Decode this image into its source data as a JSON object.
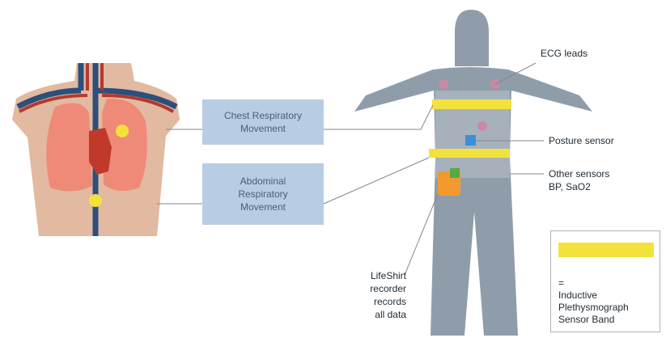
{
  "boxes": {
    "chest": "Chest Respiratory\nMovement",
    "abdominal": "Abdominal\nRespiratory\nMovement"
  },
  "labels": {
    "ecg": "ECG leads",
    "posture": "Posture sensor",
    "other_sensors": "Other sensors\nBP, SaO2",
    "recorder": "LifeShirt\nrecorder\nrecords\nall data"
  },
  "legend": {
    "equals": "=",
    "text": "Inductive\nPlethysmograph\nSensor Band"
  },
  "colors": {
    "box_fill": "#b7cde4",
    "suit": "#8f9dab",
    "sensor_band": "#f4e23c",
    "lung": "#ef8a78",
    "skin": "#e2b9a1",
    "vein": "#2c4f7c",
    "artery": "#b33a2d",
    "heart": "#c0392b",
    "ecg_lead": "#c98aa6",
    "posture_sensor": "#3a8fd6",
    "other_sensor": "#f29a2e",
    "other_sensor_accent": "#5aa845"
  }
}
